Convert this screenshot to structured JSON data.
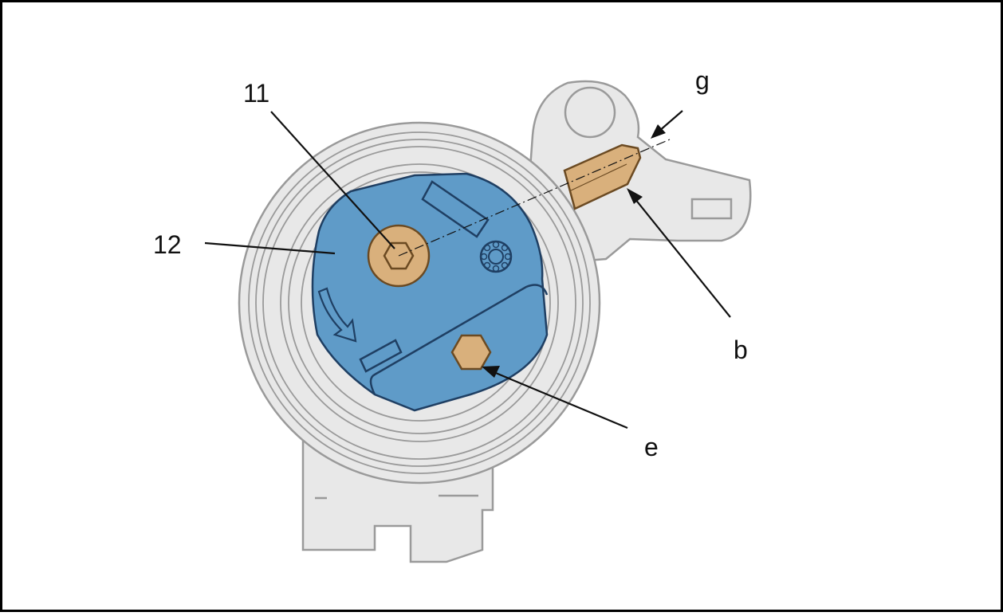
{
  "figure": {
    "labels": {
      "l11": "11",
      "l12": "12",
      "lg": "g",
      "lb": "b",
      "le": "e"
    },
    "colors": {
      "housing_fill": "#e8e8e8",
      "housing_stroke": "#9a9a9a",
      "tensioner_fill": "#5f9bc8",
      "tensioner_stroke": "#1f3f63",
      "bolt_fill": "#d9b07c",
      "bolt_stroke": "#6b4a22",
      "line": "#111111",
      "border": "#000000"
    }
  }
}
